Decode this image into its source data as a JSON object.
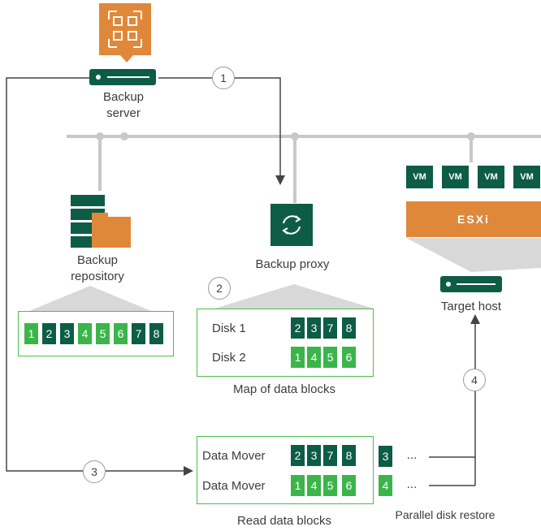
{
  "backup_server": {
    "label_line1": "Backup",
    "label_line2": "server"
  },
  "backup_repository": {
    "label_line1": "Backup",
    "label_line2": "repository"
  },
  "backup_proxy": {
    "label": "Backup proxy"
  },
  "target_host": {
    "label": "Target host",
    "esxi": "ESXi",
    "vms": [
      "VM",
      "VM",
      "VM",
      "VM"
    ]
  },
  "repository_blocks": [
    "1",
    "2",
    "3",
    "4",
    "5",
    "6",
    "7",
    "8"
  ],
  "map": {
    "title": "Map of data blocks",
    "disk1": {
      "label": "Disk 1",
      "blocks": [
        "2",
        "3",
        "7",
        "8"
      ]
    },
    "disk2": {
      "label": "Disk 2",
      "blocks": [
        "1",
        "4",
        "5",
        "6"
      ]
    }
  },
  "read": {
    "title": "Read data blocks",
    "mover1": {
      "label": "Data Mover",
      "blocks": [
        "2",
        "3",
        "7",
        "8"
      ]
    },
    "mover2": {
      "label": "Data Mover",
      "blocks": [
        "1",
        "4",
        "5",
        "6"
      ]
    }
  },
  "parallel": {
    "label": "Parallel disk restore",
    "block1": "3",
    "block2": "4",
    "ellipsis": "..."
  },
  "steps": [
    "1",
    "2",
    "3",
    "4"
  ],
  "colors": {
    "orange": "#e0883a",
    "dark_green": "#0d5c46",
    "green": "#3bb54a",
    "gray": "#c8c8c8"
  }
}
